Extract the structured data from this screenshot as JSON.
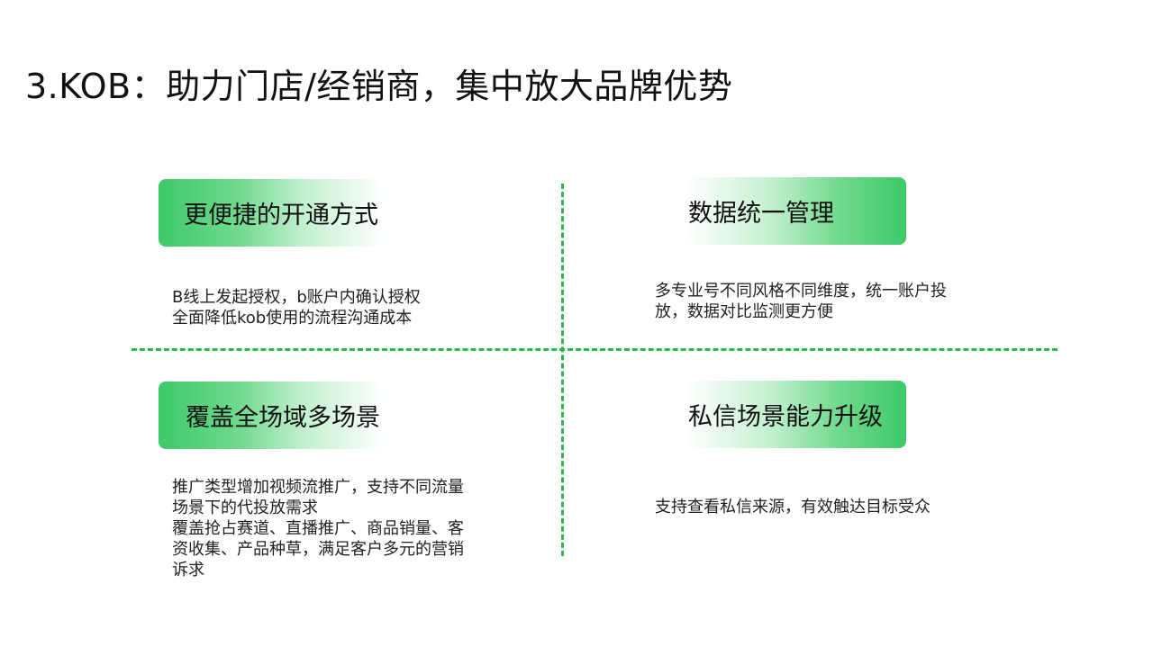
{
  "slide": {
    "title": "3.KOB：助力门店/经销商，集中放大品牌优势"
  },
  "colors": {
    "accent_green": "#2db84d",
    "pill_green": "#3ec96a"
  },
  "quadrants": {
    "top_left": {
      "heading": "更便捷的开通方式",
      "lines": [
        "B线上发起授权，b账户内确认授权",
        "全面降低kob使用的流程沟通成本"
      ]
    },
    "top_right": {
      "heading": "数据统一管理",
      "lines": [
        "多专业号不同风格不同维度，统一账户投",
        "放，数据对比监测更方便"
      ]
    },
    "bottom_left": {
      "heading": "覆盖全场域多场景",
      "lines": [
        "推广类型增加视频流推广，支持不同流量",
        "场景下的代投放需求",
        "覆盖抢占赛道、直播推广、商品销量、客",
        "资收集、产品种草，满足客户多元的营销",
        "诉求"
      ]
    },
    "bottom_right": {
      "heading": "私信场景能力升级",
      "lines": [
        "支持查看私信来源，有效触达目标受众"
      ]
    }
  }
}
